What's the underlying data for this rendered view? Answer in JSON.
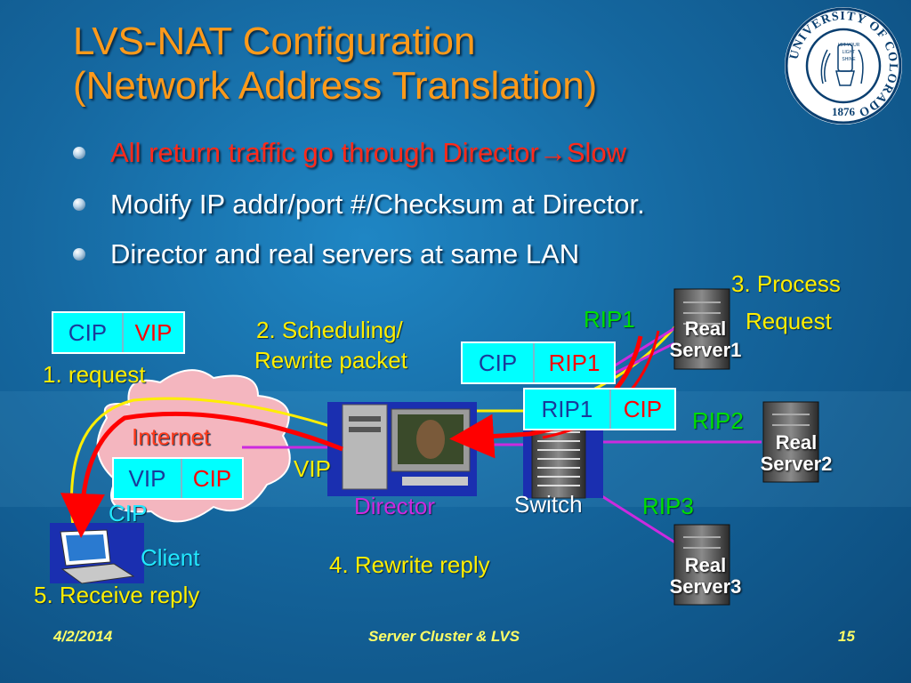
{
  "title_line1": "LVS-NAT Configuration",
  "title_line2": "(Network Address Translation)",
  "bullets": [
    {
      "text": "All return traffic go through Director",
      "arrow": "→",
      "suffix": "Slow",
      "color": "#ff2a1a"
    },
    {
      "text": "Modify IP addr/port #/Checksum at Director.",
      "color": "#ffffff"
    },
    {
      "text": "Director and real servers at same LAN",
      "color": "#ffffff"
    }
  ],
  "steps": {
    "request": "1. request",
    "scheduling_line1": "2. Scheduling/",
    "scheduling_line2": "Rewrite packet",
    "process_line1": "3. Process",
    "process_line2": "Request",
    "rewrite_reply": "4. Rewrite reply",
    "receive_reply": "5. Receive reply"
  },
  "packets": {
    "client_request": {
      "left": "CIP",
      "right": "VIP"
    },
    "to_server": {
      "left": "CIP",
      "right": "RIP1"
    },
    "from_server": {
      "left": "RIP1",
      "right": "CIP"
    },
    "to_client": {
      "left": "VIP",
      "right": "CIP"
    }
  },
  "nodes": {
    "internet": "Internet",
    "vip": "VIP",
    "director": "Director",
    "switch": "Switch",
    "cip": "CIP",
    "client": "Client",
    "rip1": "RIP1",
    "rip2": "RIP2",
    "rip3": "RIP3",
    "server1_line1": "Real",
    "server1_line2": "Server1",
    "server2_line1": "Real",
    "server2_line2": "Server2",
    "server3_line1": "Real",
    "server3_line2": "Server3"
  },
  "logo": {
    "ring_text": "UNIVERSITY OF COLORADO",
    "year": "1876",
    "motto": "LET YOUR LIGHT SHINE"
  },
  "footer": {
    "date": "4/2/2014",
    "center": "Server Cluster & LVS",
    "page": "15"
  },
  "colors": {
    "background": "#1a6aa6",
    "title": "#ff9a1a",
    "packet_fill": "#00ffff",
    "reply_arrow": "#ff0000",
    "request_line": "#ffee00",
    "lan_line": "#cc2adf"
  }
}
